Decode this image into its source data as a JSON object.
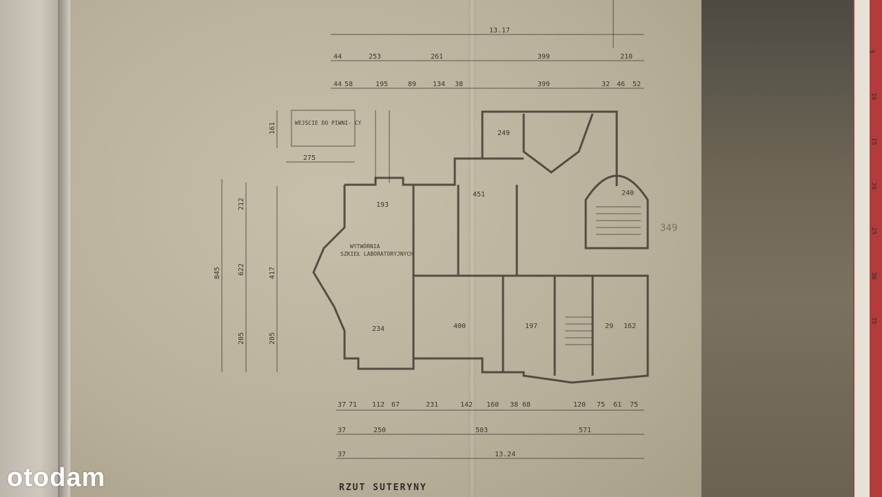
{
  "watermark": {
    "text": "otodam"
  },
  "plan": {
    "title": "RZUT SUTERYNY",
    "entrance_note": "WEJŚCIE DO PIWNI- CY",
    "workshop_label_1": "WYTWÓRNIA",
    "workshop_label_2": "SZKIEŁ LABORATORYJNYCH",
    "side_note": "349"
  },
  "dimensions": {
    "top_total": "13.17",
    "top_row2": [
      "44",
      "253",
      "261",
      "399",
      "210"
    ],
    "top_row3": [
      "44",
      "58",
      "195",
      "89",
      "134",
      "38",
      "399",
      "32",
      "46",
      "52"
    ],
    "bottom_row1": [
      "37",
      "71",
      "112",
      "67",
      "231",
      "142",
      "160",
      "38",
      "68",
      "120",
      "75",
      "61",
      "75"
    ],
    "bottom_row2": [
      "37",
      "250",
      "503",
      "571"
    ],
    "bottom_total": "13.24",
    "left_vertical": [
      "845",
      "622",
      "205",
      "417",
      "205",
      "212"
    ],
    "entrance_width": "275",
    "entrance_height": "161",
    "rooms": [
      "193",
      "451",
      "249",
      "234",
      "400",
      "197",
      "162",
      "240",
      "29"
    ]
  },
  "ruler": {
    "marks": [
      "5",
      "10",
      "15",
      "20",
      "25",
      "30",
      "35"
    ]
  }
}
